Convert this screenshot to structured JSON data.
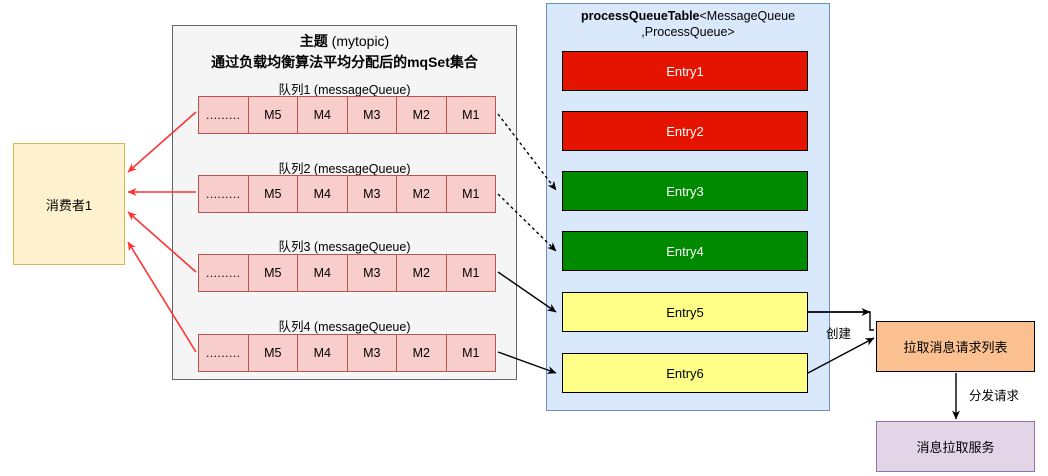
{
  "diagram": {
    "consumer": {
      "label": "消费者1"
    },
    "topic_panel": {
      "title_cjk": "主题",
      "title_paren": " (mytopic)",
      "subtitle": "通过负载均衡算法平均分配后的mqSet集合",
      "queues": [
        {
          "label": "队列1  (messageQueue)",
          "cells": [
            ".........",
            "M5",
            "M4",
            "M3",
            "M2",
            "M1"
          ]
        },
        {
          "label": "队列2  (messageQueue)",
          "cells": [
            ".........",
            "M5",
            "M4",
            "M3",
            "M2",
            "M1"
          ]
        },
        {
          "label": "队列3  (messageQueue)",
          "cells": [
            ".........",
            "M5",
            "M4",
            "M3",
            "M2",
            "M1"
          ]
        },
        {
          "label": "队列4  (messageQueue)",
          "cells": [
            ".........",
            "M5",
            "M4",
            "M3",
            "M2",
            "M1"
          ]
        }
      ]
    },
    "process_queue_table": {
      "title_bold": "processQueueTable",
      "title_rest": "<MessageQueue",
      "title_line2": ",ProcessQueue>",
      "entries": [
        {
          "label": "Entry1",
          "color": "red",
          "hex": "#e51400"
        },
        {
          "label": "Entry2",
          "color": "red",
          "hex": "#e51400"
        },
        {
          "label": "Entry3",
          "color": "green",
          "hex": "#008a00"
        },
        {
          "label": "Entry4",
          "color": "green",
          "hex": "#008a00"
        },
        {
          "label": "Entry5",
          "color": "yellow",
          "hex": "#ffff88"
        },
        {
          "label": "Entry6",
          "color": "yellow",
          "hex": "#ffff88"
        }
      ]
    },
    "pull_request_list": {
      "label": "拉取消息请求列表"
    },
    "pull_message_service": {
      "label": "消息拉取服务"
    },
    "edge_labels": {
      "create": "创建",
      "dispatch": "分发请求"
    },
    "colors": {
      "consumer_fill": "#fdf2cd",
      "consumer_stroke": "#d6b656",
      "queue_fill": "#f8cecc",
      "queue_stroke": "#b85450",
      "topic_panel_fill": "#f5f5f5",
      "pqt_panel_fill": "#dae8fc",
      "pqt_panel_stroke": "#6c8ebf",
      "entry_red": "#e51400",
      "entry_green": "#008a00",
      "entry_yellow": "#ffff88",
      "pull_request_fill": "#fac090",
      "pull_service_fill": "#e1d5e7",
      "pull_service_stroke": "#9673a6",
      "red_arrow": "#ff3333",
      "black_arrow": "#000000"
    }
  }
}
